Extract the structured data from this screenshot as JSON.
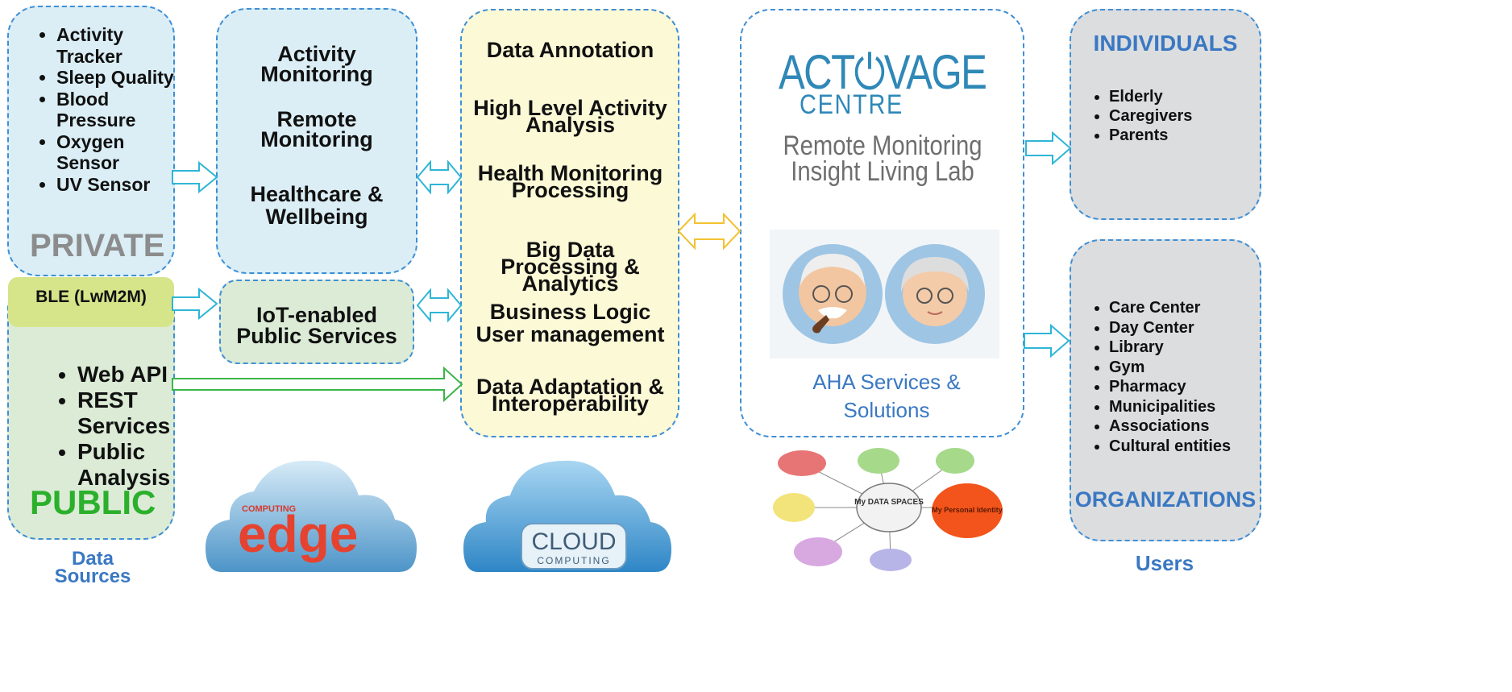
{
  "sources": {
    "private_items": [
      "Activity Tracker",
      "Sleep Quality",
      "Blood Pressure",
      "Oxygen Sensor",
      "UV Sensor"
    ],
    "private_label": "PRIVATE",
    "ble_label": "BLE (LwM2M)",
    "public_items": [
      "Web API",
      "REST Services",
      "Public Analysis"
    ],
    "public_label": "PUBLIC",
    "caption": "Data Sources"
  },
  "services": {
    "items": [
      "Activity Monitoring",
      "Remote Monitoring",
      "Healthcare & Wellbeing"
    ],
    "iot_label": "IoT-enabled Public Services"
  },
  "processing": {
    "items": [
      "Data Annotation",
      "High Level Activity Analysis",
      "Health Monitoring Processing",
      "Big Data Processing & Analytics",
      "Business Logic User management",
      "Data Adaptation & Interoperability"
    ]
  },
  "lab": {
    "logo_top": "ACT⏻VAGE",
    "logo_bottom": "CENTRE",
    "title": "Remote Monitoring Insight Living Lab",
    "aha": "AHA Services & Solutions"
  },
  "clouds": {
    "edge_small": "COMPUTING",
    "edge_big": "edge",
    "cloud_big": "CLOUD",
    "cloud_small": "COMPUTING"
  },
  "mindmap": {
    "center": "My DATA SPACES",
    "identity": "My Personal Identity"
  },
  "users": {
    "individuals_title": "INDIVIDUALS",
    "individuals": [
      "Elderly",
      "Caregivers",
      "Parents"
    ],
    "organizations": [
      "Care Center",
      "Day Center",
      "Library",
      "Gym",
      "Pharmacy",
      "Municipalities",
      "Associations",
      "Cultural entities"
    ],
    "organizations_title": "ORGANIZATIONS",
    "caption": "Users"
  },
  "colors": {
    "border": "#3f8fd4",
    "private_grey": "#8c8c8c",
    "public_green": "#2bb02b",
    "user_blue": "#3a78c2",
    "arrow_cyan": "#2eb6d6",
    "arrow_green": "#3cb54a",
    "arrow_gold": "#f2c230"
  }
}
